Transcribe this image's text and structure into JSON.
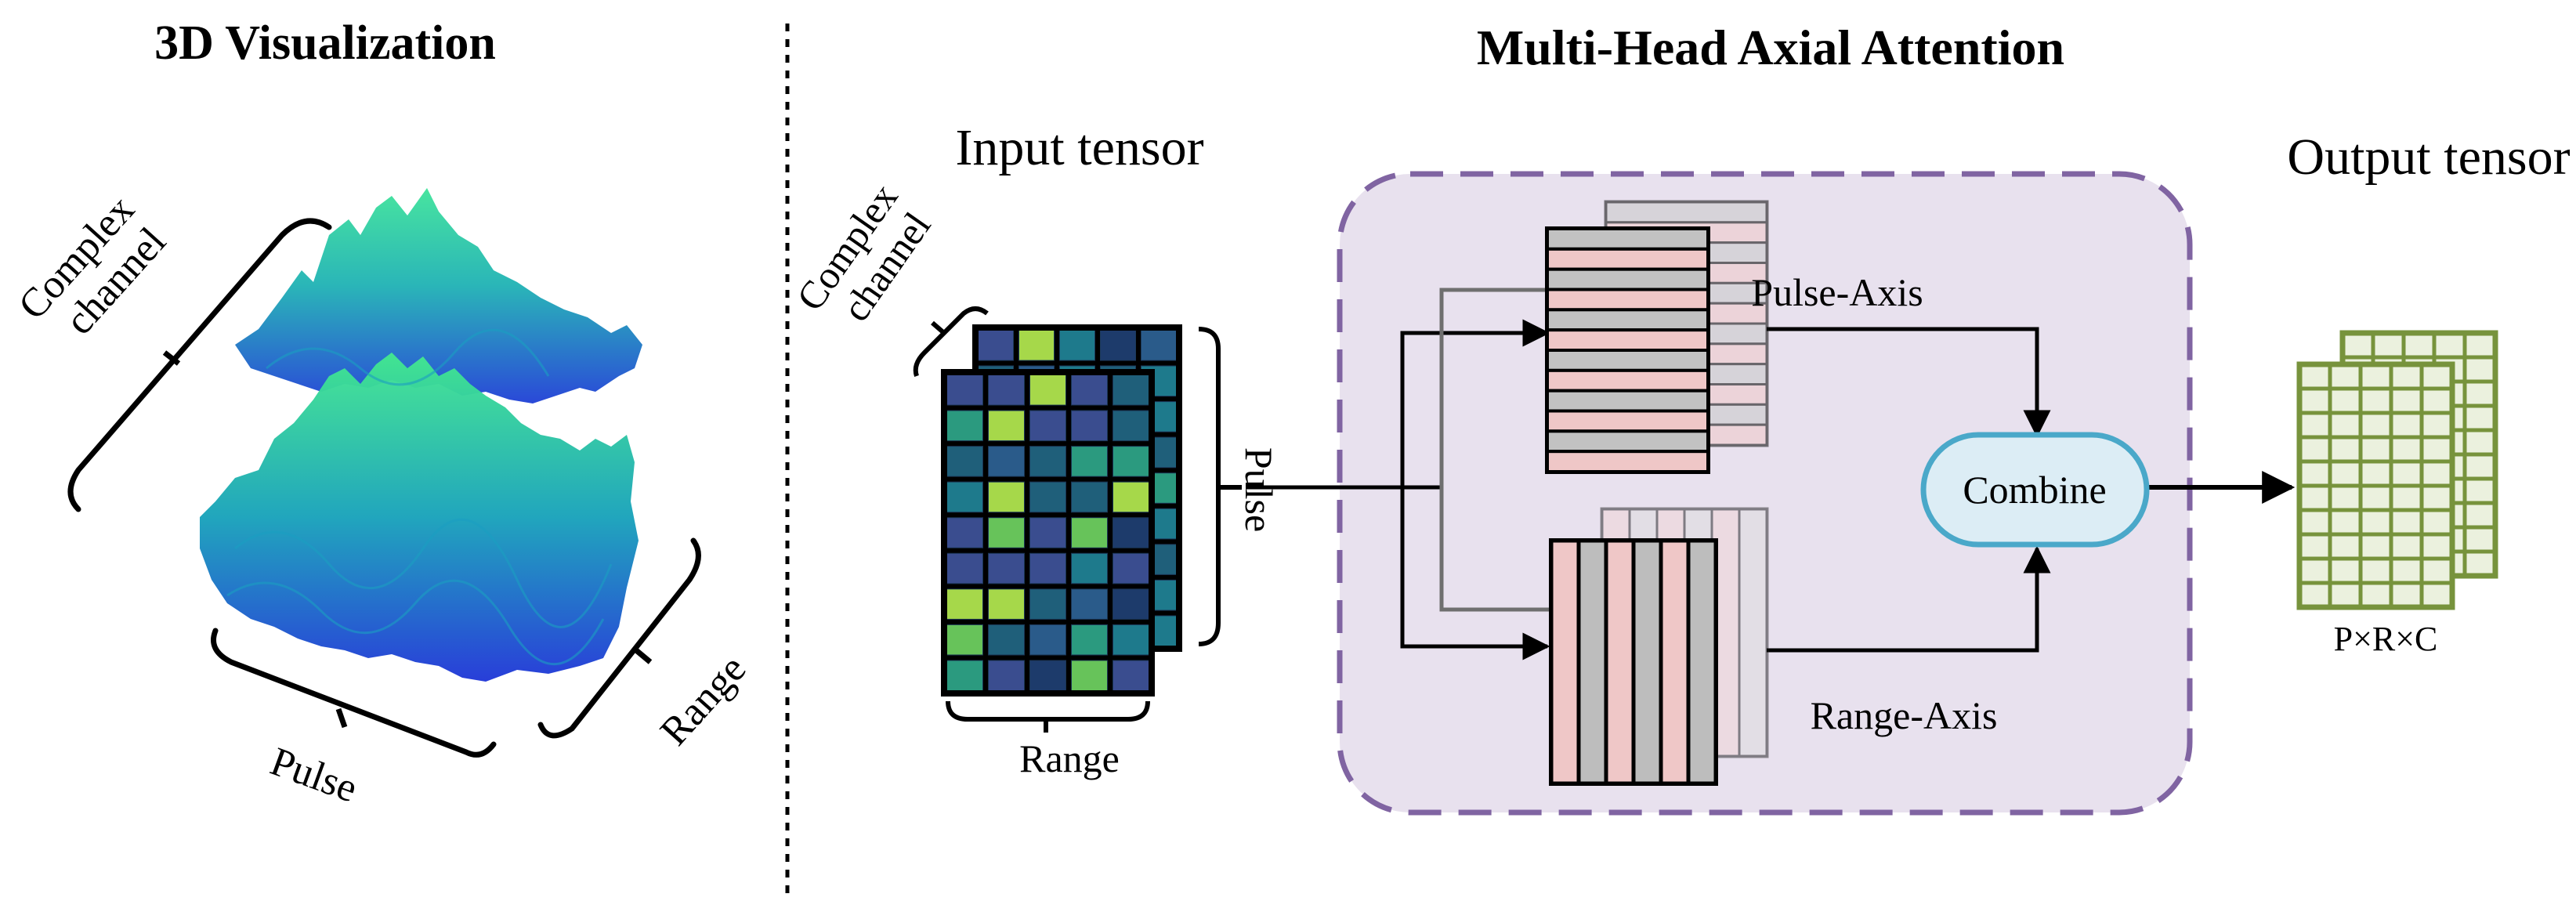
{
  "left_panel": {
    "title": "3D Visualization",
    "axis_complex": [
      "Complex",
      "channel"
    ],
    "axis_pulse": "Pulse",
    "axis_range": "Range"
  },
  "right_panel": {
    "title": "Multi-Head Axial Attention",
    "input": {
      "label": "Input tensor",
      "complex_label": [
        "Complex",
        "channel"
      ],
      "pulse_label": "Pulse",
      "range_label": "Range"
    },
    "attention": {
      "pulse_axis_label": "Pulse-Axis",
      "range_axis_label": "Range-Axis",
      "combine_label": "Combine"
    },
    "output": {
      "label": "Output tensor",
      "shape_label": "P×R×C"
    }
  },
  "colors": {
    "attention_box_fill": "#e8e1ee",
    "attention_box_stroke": "#8064a2",
    "pulse_row_pink": "#efc7c7",
    "pulse_row_gray": "#c2c2c2",
    "combine_fill": "#dcedf5",
    "combine_stroke": "#4aa8c9",
    "output_grid": "#77933c",
    "output_cell": "#ebf1de",
    "surface_top": "#3ee39a",
    "surface_bottom": "#1f3fd6"
  }
}
